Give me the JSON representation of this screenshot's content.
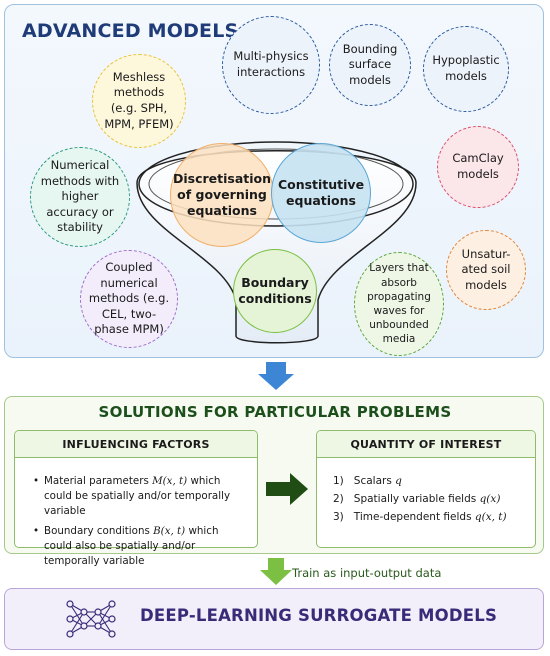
{
  "advanced": {
    "title": "ADVANCED MODELS",
    "bubbles": {
      "multiphysics": "Multi-physics interactions",
      "bounding": "Bounding surface models",
      "hypoplastic": "Hypoplastic models",
      "meshless": "Meshless methods (e.g. SPH, MPM, PFEM)",
      "camclay": "CamClay models",
      "numerical": "Numerical methods with higher accuracy or stability",
      "unsaturated": "Unsatur-ated soil models",
      "coupled": "Coupled numerical methods (e.g. CEL, two-phase MPM)",
      "layers": "Layers that absorb propagating waves for unbounded media"
    },
    "core": {
      "discretisation": "Discretisation of governing equations",
      "constitutive": "Constitutive equations",
      "boundary": "Boundary conditions"
    }
  },
  "solutions": {
    "title": "SOLUTIONS FOR PARTICULAR PROBLEMS",
    "factors": {
      "header": "INFLUENCING FACTORS",
      "item1_pre": "Material parameters ",
      "item1_math": "M(x, t)",
      "item1_post": " which could be spatially and/or temporally variable",
      "item2_pre": "Boundary conditions ",
      "item2_math": "B(x, t)",
      "item2_post": " which could also be spatially and/or temporally variable"
    },
    "qoi": {
      "header": "QUANTITY OF INTEREST",
      "n1": "1)",
      "t1": "Scalars ",
      "m1": "q",
      "n2": "2)",
      "t2": "Spatially variable fields ",
      "m2": "q(x)",
      "n3": "3)",
      "t3": "Time-dependent fields ",
      "m3": "q(x, t)"
    }
  },
  "train_label": "Train as input-output data",
  "deep_learning": {
    "title": "DEEP-LEARNING SURROGATE MODELS"
  },
  "colors": {
    "blue_arrow": "#3d86d6",
    "green_arrow": "#7bc043",
    "dark_green_arrow": "#1f4d14",
    "title_navy": "#1f3c78"
  },
  "icons": {
    "network": "neural-network-icon"
  }
}
